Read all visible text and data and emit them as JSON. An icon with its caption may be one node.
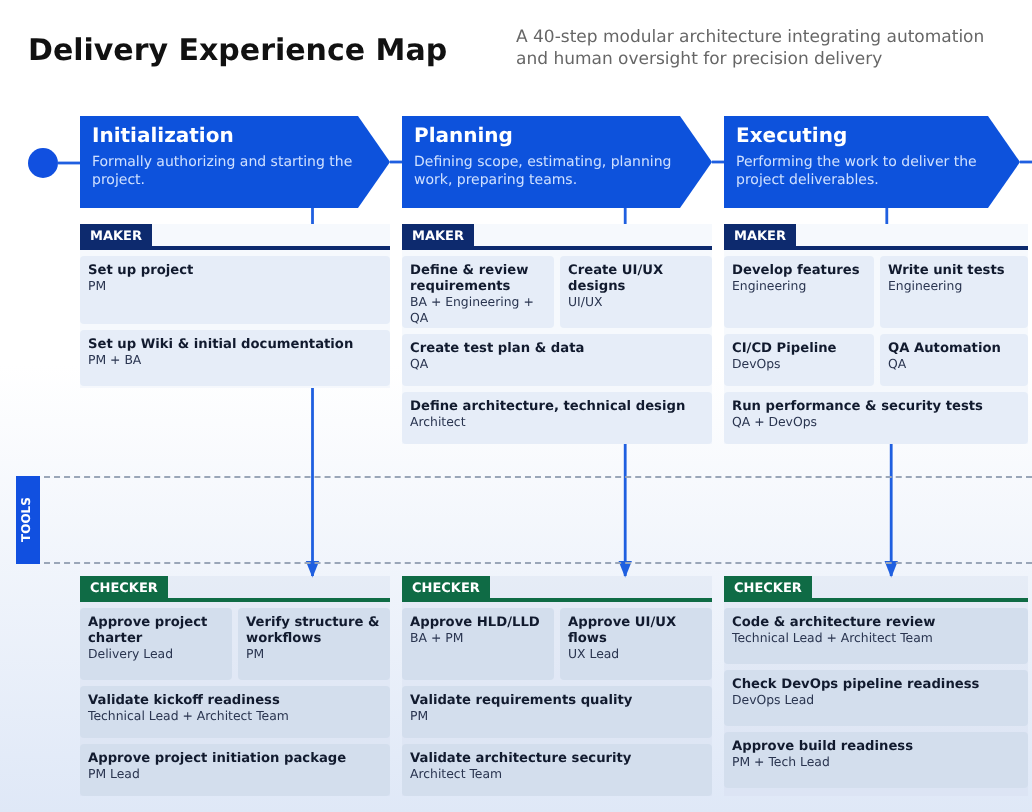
{
  "diagram": {
    "title": "Delivery Experience Map",
    "nodes": [
      {
        "text": [],
        "shape": "circle"
      },
      {
        "text": [
          "Initialization",
          "Formally authorizing and starting the project."
        ]
      },
      {
        "text": [
          "MAKER"
        ]
      },
      {
        "text": [
          "Set up project",
          "PM"
        ],
        "in": 2
      },
      {
        "text": [
          "Set up Wiki & initial documentation",
          "PM + BA"
        ],
        "in": 2
      },
      {
        "text": [
          "Planning",
          "Defining scope, estimating, planning work, preparing teams."
        ]
      },
      {
        "text": [
          "MAKER"
        ]
      },
      {
        "text": [
          "Define & review requirements",
          "BA + Engineering + QA"
        ],
        "in": 6
      },
      {
        "text": [
          "Create UI/UX designs",
          "UI/UX"
        ],
        "in": 6
      },
      {
        "text": [
          "Create test plan & data",
          "QA"
        ],
        "in": 6
      },
      {
        "text": [
          "Define architecture, technical design",
          "Architect"
        ],
        "in": 6
      },
      {
        "text": [
          "Executing",
          "Performing the work to deliver the project deliverables."
        ]
      },
      {
        "text": [
          "MAKER"
        ]
      },
      {
        "text": [
          "Develop features",
          "Engineering"
        ],
        "in": 12
      },
      {
        "text": [
          "Write unit tests",
          "Engineering"
        ],
        "in": 12
      },
      {
        "text": [
          "CI/CD Pipeline",
          "DevOps"
        ],
        "in": 12
      },
      {
        "text": [
          "QA Automation",
          "QA"
        ],
        "in": 12
      },
      {
        "text": [
          "Run performance & security tests",
          "QA + DevOps"
        ],
        "in": 12
      },
      {
        "text": [
          "TOOLS"
        ]
      },
      {
        "text": [
          "CHECKER"
        ]
      },
      {
        "text": [
          "Approve project charter",
          "Delivery Lead"
        ],
        "in": 19
      },
      {
        "text": [
          "Verify structure & workflows",
          "PM"
        ],
        "in": 19
      },
      {
        "text": [
          "Validate kickoff readiness",
          "Technical Lead + Architect Team"
        ],
        "in": 19
      },
      {
        "text": [
          "Approve project initiation package",
          "PM Lead"
        ],
        "in": 19
      },
      {
        "text": [
          "CHECKER"
        ]
      },
      {
        "text": [
          "Approve HLD/LLD",
          "BA + PM"
        ],
        "in": 24
      },
      {
        "text": [
          "Approve UI/UX flows",
          "UX Lead"
        ],
        "in": 24
      },
      {
        "text": [
          "Validate requirements quality",
          "PM"
        ],
        "in": 24
      },
      {
        "text": [
          "Validate architecture security",
          "Architect Team"
        ],
        "in": 24
      },
      {
        "text": [
          "CHECKER"
        ]
      },
      {
        "text": [
          "Code & architecture review",
          "Technical Lead + Architect Team"
        ],
        "in": 29
      },
      {
        "text": [
          "Check DevOps pipeline readiness",
          "DevOps Lead"
        ],
        "in": 29
      },
      {
        "text": [
          "Approve build readiness",
          "PM + Tech Lead"
        ],
        "in": 29
      }
    ],
    "edges": [
      {
        "from": 0,
        "to": 1,
        "arrow": "none"
      },
      {
        "from": 1,
        "to": 5,
        "arrow": "none"
      },
      {
        "from": 5,
        "to": 11,
        "arrow": "none"
      },
      {
        "from": 11,
        "to": null,
        "arrow": "none"
      },
      {
        "from": 1,
        "to": 2,
        "arrow": "none"
      },
      {
        "from": 5,
        "to": 6,
        "arrow": "none"
      },
      {
        "from": 11,
        "to": 12,
        "arrow": "none"
      },
      {
        "from": 2,
        "to": 19,
        "arrow": "to"
      },
      {
        "from": 6,
        "to": 24,
        "arrow": "to"
      },
      {
        "from": 12,
        "to": 29,
        "arrow": "to"
      }
    ],
    "labels": [
      "A 40-step modular architecture integrating automation and human oversight for precision delivery"
    ]
  }
}
